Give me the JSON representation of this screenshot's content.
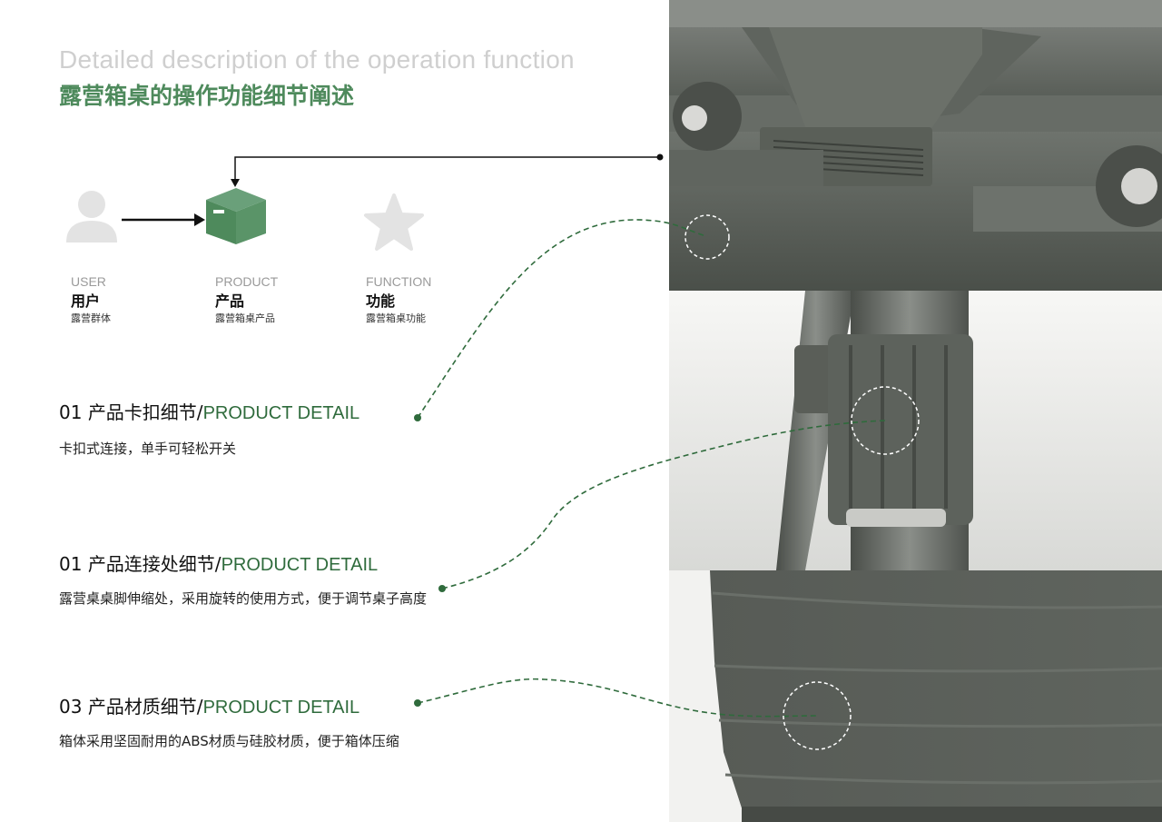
{
  "header": {
    "title_en": "Detailed description of the operation function",
    "title_zh": "露营箱桌的操作功能细节阐述"
  },
  "flow": [
    {
      "label": "USER",
      "title": "用户",
      "sub": "露营群体",
      "icon": "user-icon"
    },
    {
      "label": "PRODUCT",
      "title": "产品",
      "sub": "露营箱桌产品",
      "icon": "box-icon"
    },
    {
      "label": "FUNCTION",
      "title": "功能",
      "sub": "露营箱桌功能",
      "icon": "star-icon"
    }
  ],
  "sections": [
    {
      "num": "01",
      "title_zh": "产品卡扣细节/",
      "title_en": "PRODUCT DETAIL",
      "desc": "卡扣式连接，单手可轻松开关"
    },
    {
      "num": "01",
      "title_zh": "产品连接处细节/",
      "title_en": "PRODUCT DETAIL",
      "desc": "露营桌桌脚伸缩处，采用旋转的使用方式，便于调节桌子高度"
    },
    {
      "num": "03",
      "title_zh": "产品材质细节/",
      "title_en": "PRODUCT DETAIL",
      "desc": "箱体采用坚固耐用的ABS材质与硅胶材质，便于箱体压缩"
    }
  ],
  "colors": {
    "accent_green": "#4e8a5c",
    "dark_green": "#2f6b3c",
    "product_gray": "#5b605a",
    "icon_gray": "#e3e3e3"
  }
}
